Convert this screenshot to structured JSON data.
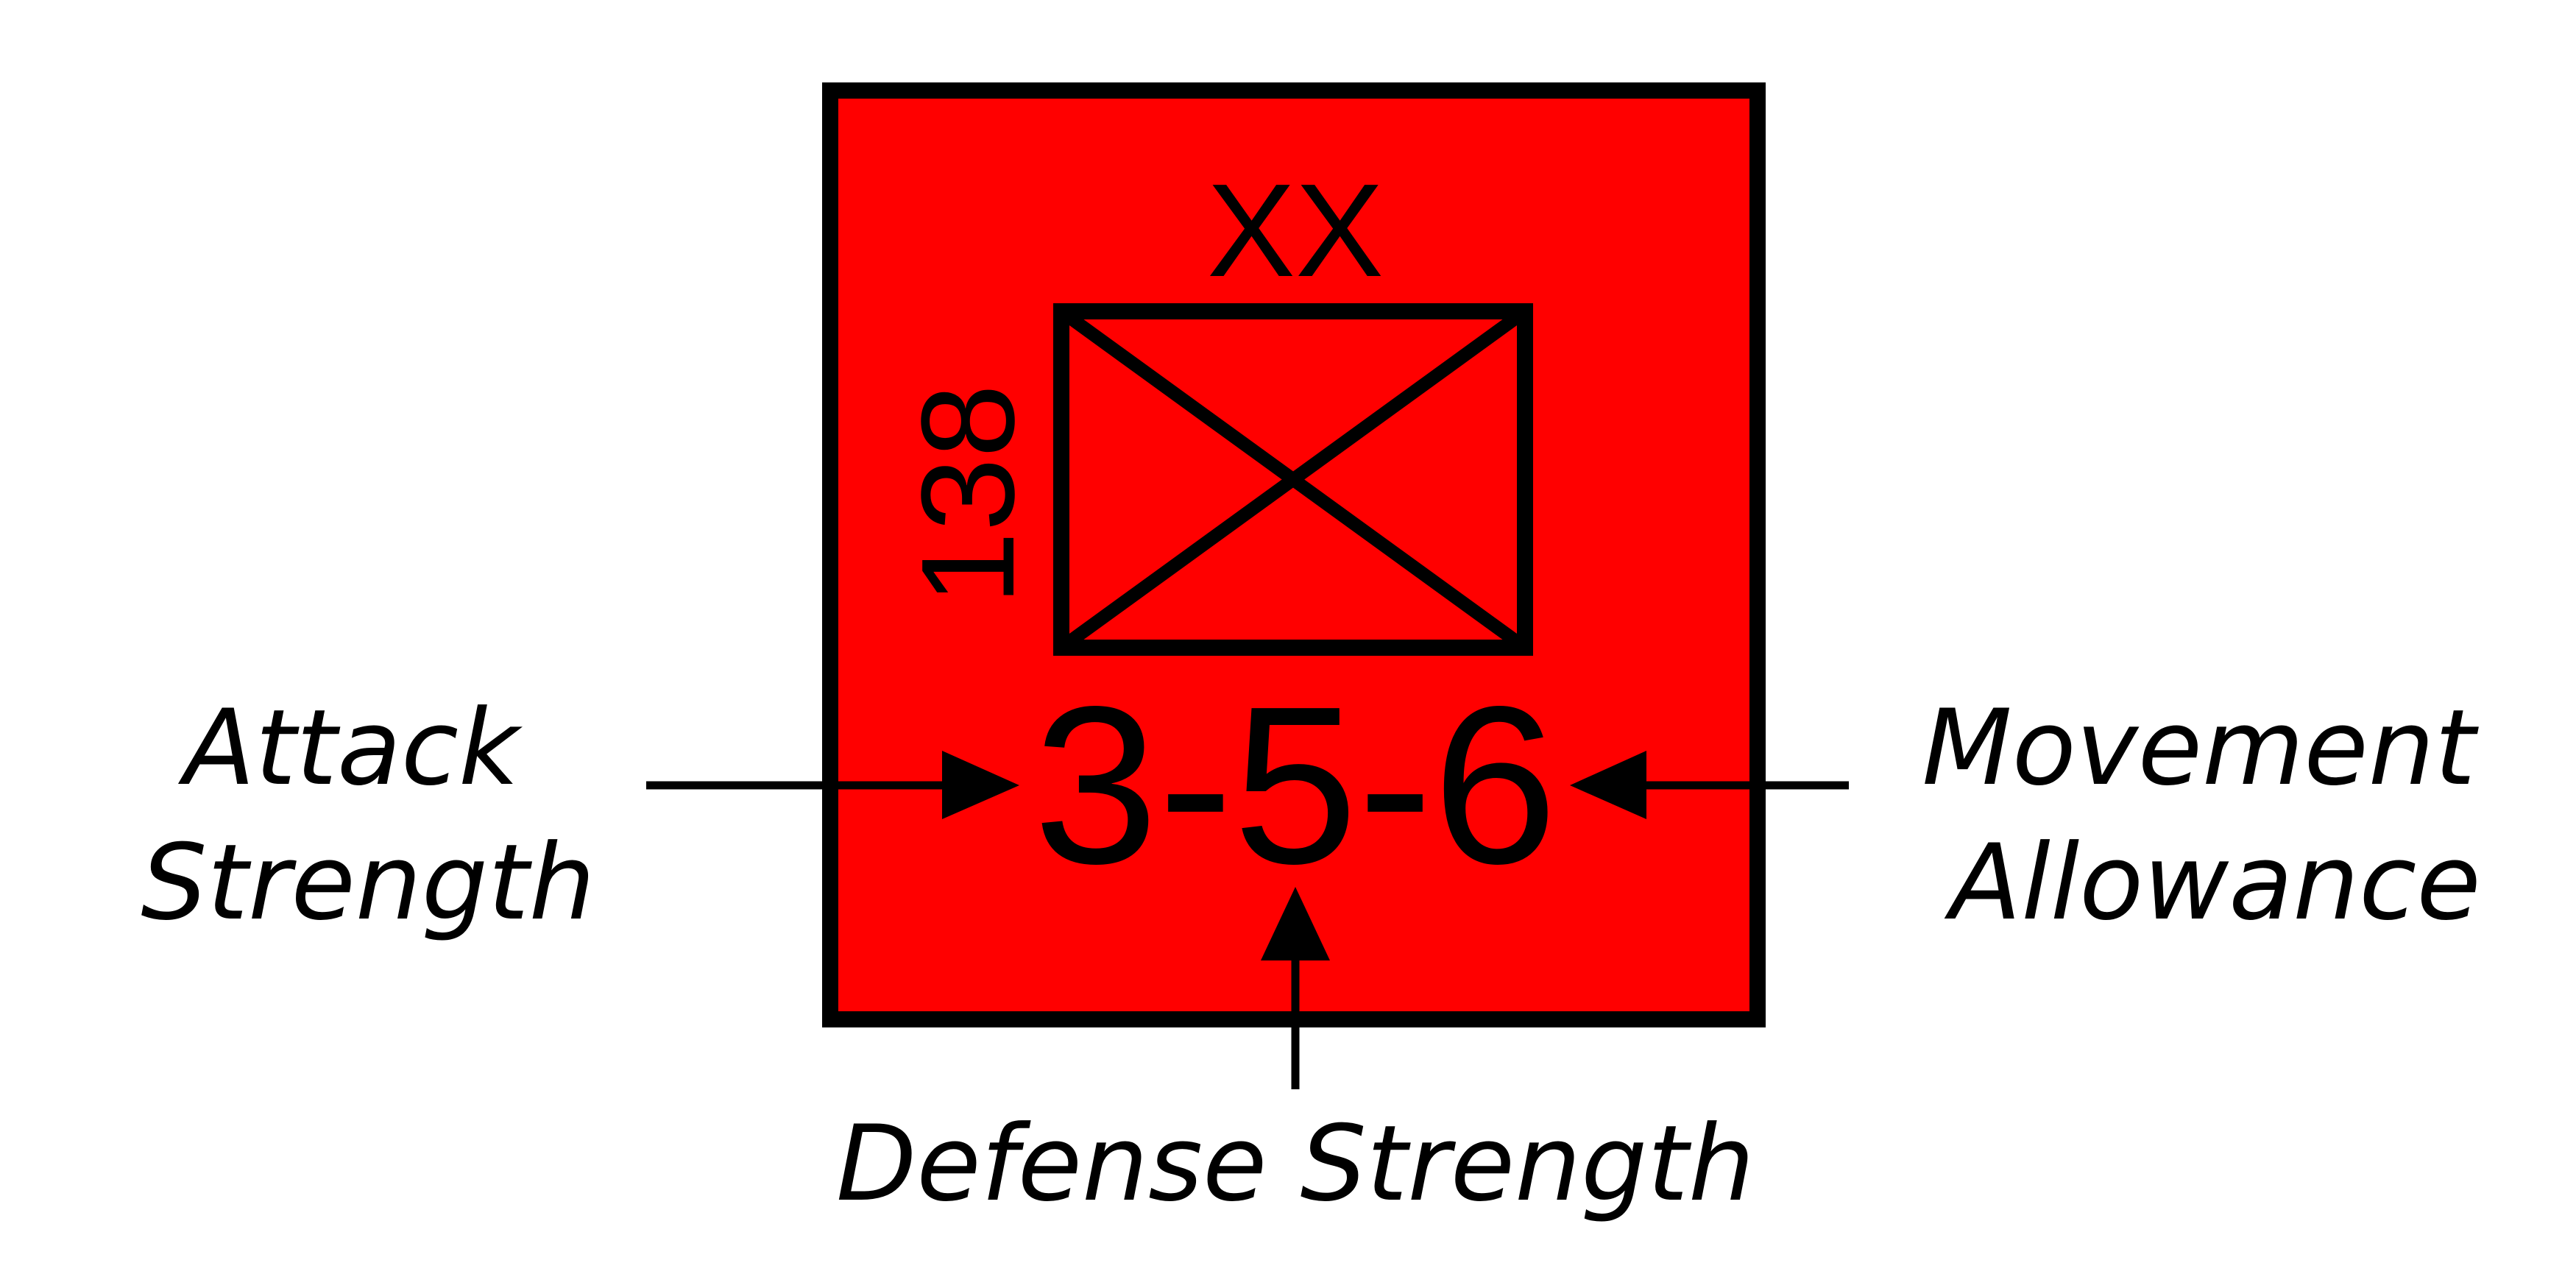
{
  "counter": {
    "fill_color": "#ff0000",
    "border_color": "#000000",
    "unit_size": "XX",
    "unit_id": "138",
    "unit_type_icon": "infantry-symbol-icon",
    "stats_text": "3-5-6"
  },
  "labels": {
    "attack_line1": "Attack",
    "attack_line2": "Strength",
    "defense": "Defense Strength",
    "movement_line1": "Movement",
    "movement_line2": "Allowance"
  }
}
